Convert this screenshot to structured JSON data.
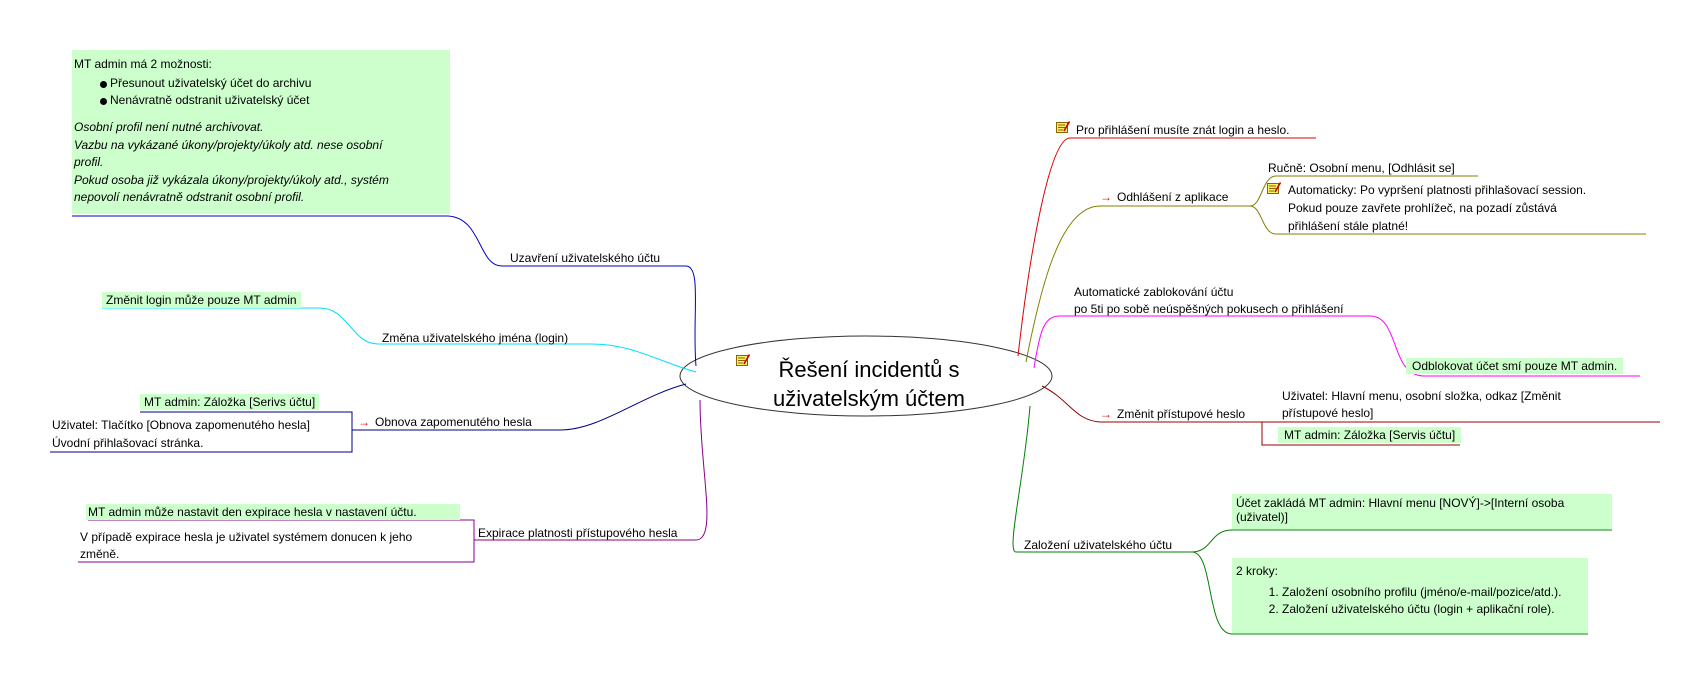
{
  "center": {
    "line1": "Řešení incidentů s",
    "line2": "uživatelským účtem"
  },
  "left": {
    "closing": {
      "label": "Uzavření uživatelského účtu",
      "note_title": "MT admin má 2 možnosti:",
      "options": [
        "Přesunout uživatelský účet do archivu",
        "Nenávratně odstranit uživatelský účet"
      ],
      "italic_lines": [
        "Osobní profil není nutné archivovat.",
        "Vazbu na vykázané úkony/projekty/úkoly atd. nese osobní",
        "profil.",
        "Pokud osoba již vykázala úkony/projekty/úkoly atd., systém",
        "nepovolí nenávratně odstranit osobní profil."
      ]
    },
    "username": {
      "label": "Změna uživatelského jména (login)",
      "child": "Změnit login může pouze MT admin"
    },
    "forgot": {
      "label": "Obnova zapomenutého hesla",
      "admin": "MT admin: Záložka [Serivs účtu]",
      "user_line1": "Uživatel: Tlačítko [Obnova zapomenutého hesla]",
      "user_line2": "Úvodní přihlašovací stránka."
    },
    "expiry": {
      "label": "Expirace platnosti přístupového hesla",
      "admin": "MT admin může nastavit den expirace hesla v nastavení účtu.",
      "user_line1": "V případě expirace hesla je uživatel systémem donucen k jeho",
      "user_line2": "změně."
    }
  },
  "right": {
    "login": {
      "label": "Pro přihlášení musíte znát login a heslo."
    },
    "logout": {
      "label": "Odhlášení z aplikace",
      "manual": "Ručně: Osobní menu, [Odhlásit se]",
      "auto_lines": [
        "Automaticky: Po vypršení platnosti přihlašovací session.",
        "Pokud pouze zavřete prohlížeč, na pozadí zůstává",
        "přihlášení stále platné!"
      ]
    },
    "lock": {
      "line1": "Automatické zablokování účtu",
      "line2": "po 5ti po sobě neúspěšných pokusech o přihlášení",
      "child": "Odblokovat účet smí pouze MT admin."
    },
    "password": {
      "label": "Změnit přístupové heslo",
      "user_line1": "Uživatel: Hlavní menu, osobní složka, odkaz [Změnit",
      "user_line2": "přístupové heslo]",
      "admin": "MT admin: Záložka [Servis účtu]"
    },
    "create": {
      "label": "Založení uživatelského účtu",
      "admin_line1": "Účet zakládá MT admin: Hlavní menu [NOVÝ]->[Interní osoba",
      "admin_line2": "(uživatel)]",
      "steps_title": "2 kroky:",
      "steps": [
        "Založení osobního profilu (jméno/e-mail/pozice/atd.).",
        "Založení uživatelského účtu (login + aplikační role)."
      ]
    }
  }
}
